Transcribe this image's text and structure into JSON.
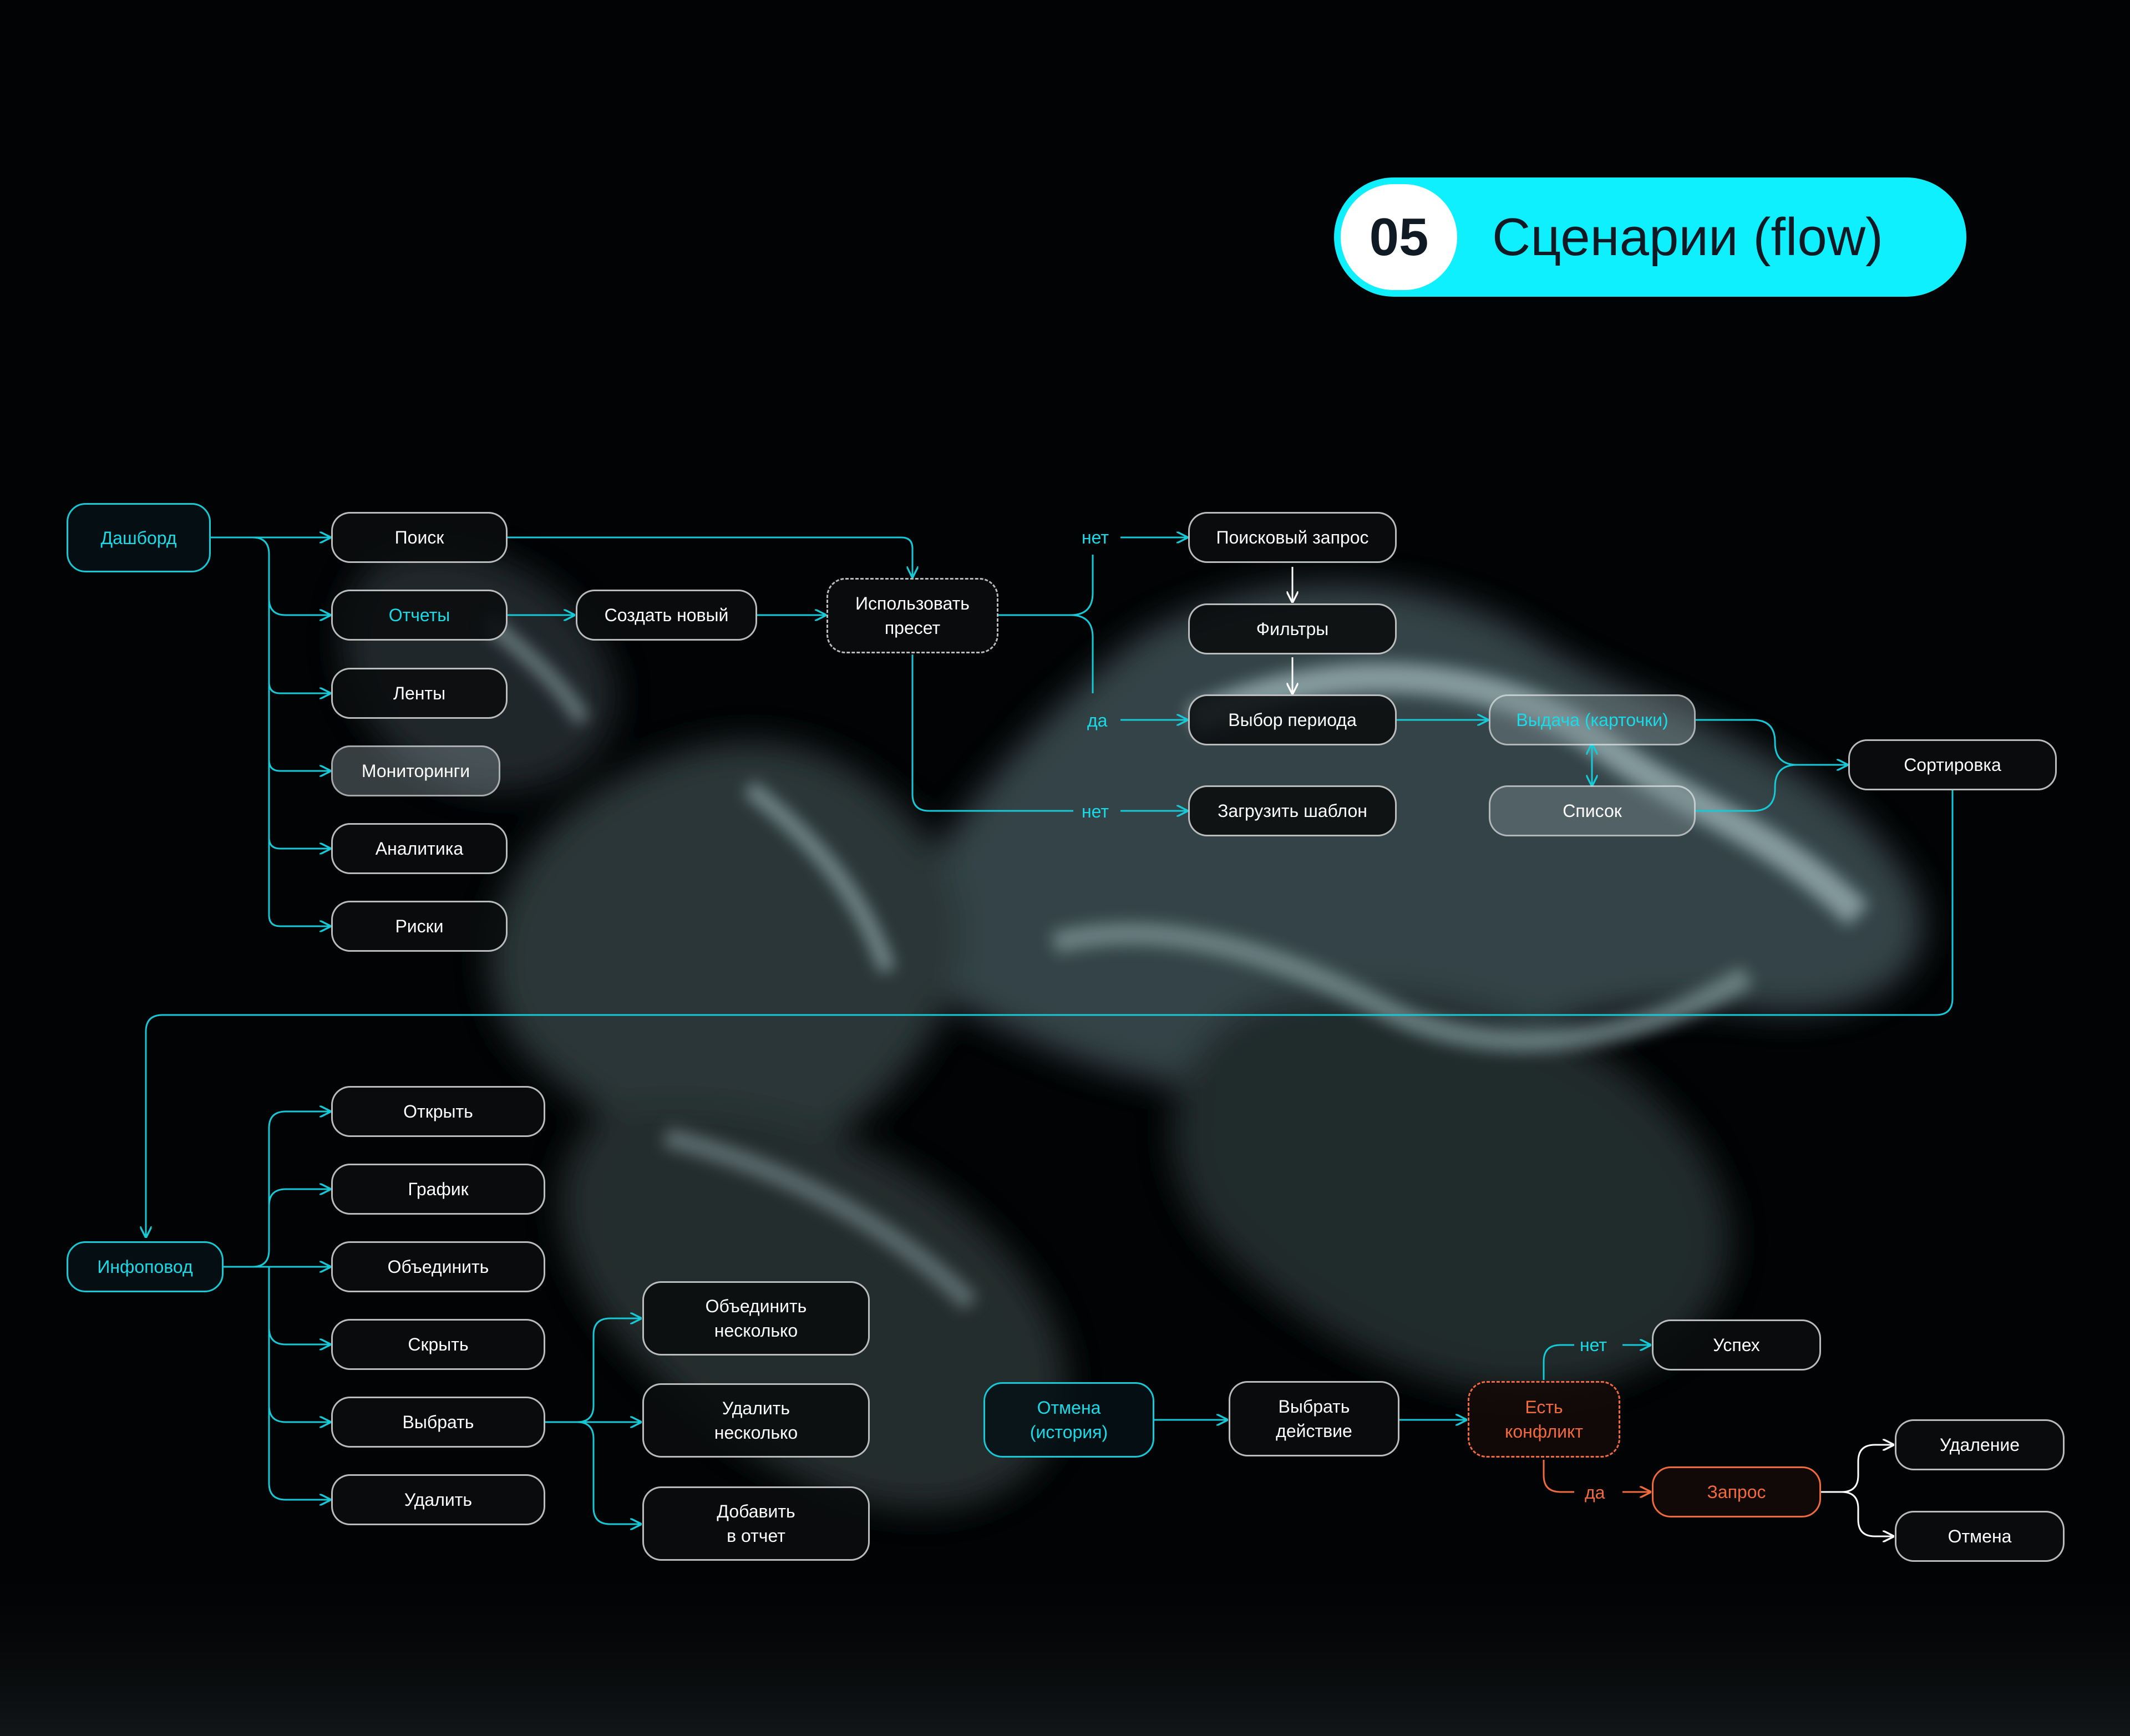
{
  "header": {
    "number": "05",
    "title": "Сценарии (flow)"
  },
  "nodes": {
    "dashboard": "Дашборд",
    "search": "Поиск",
    "reports": "Отчеты",
    "feeds": "Ленты",
    "monitorings": "Мониторинги",
    "analytics": "Аналитика",
    "risks": "Риски",
    "create_new": "Создать новый",
    "use_preset": "Использовать\nпресет",
    "search_query": "Поисковый запрос",
    "filters": "Фильтры",
    "period": "Выбор периода",
    "load_template": "Загрузить шаблон",
    "results_cards": "Выдача (карточки)",
    "list": "Список",
    "sorting": "Сортировка",
    "infopovod": "Инфоповод",
    "open": "Открыть",
    "chart": "График",
    "merge": "Объединить",
    "hide": "Скрыть",
    "select": "Выбрать",
    "delete": "Удалить",
    "merge_several": "Объединить\nнесколько",
    "delete_several": "Удалить\nнесколько",
    "add_to_report": "Добавить\nв отчет",
    "cancel_history": "Отмена\n(история)",
    "choose_action": "Выбрать\nдействие",
    "conflict": "Есть\nконфликт",
    "success": "Успех",
    "request": "Запрос",
    "deletion": "Удаление",
    "cancel": "Отмена"
  },
  "labels": {
    "no_1": "нет",
    "yes_1": "да",
    "no_2": "нет",
    "no_3": "нет",
    "yes_2": "да"
  },
  "colors": {
    "accent": "#0ff0ff",
    "line": "#16c9d6",
    "warning": "#f06a3c"
  }
}
